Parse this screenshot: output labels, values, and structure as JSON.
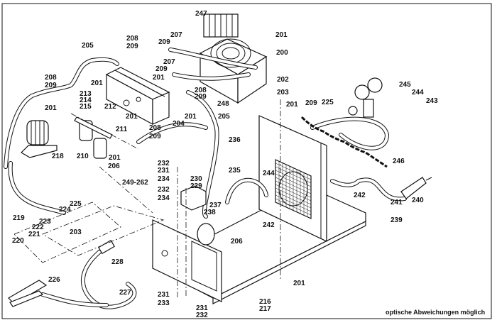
{
  "labels": [
    "247",
    "208",
    "209",
    "205",
    "209",
    "207",
    "207",
    "209",
    "201",
    "201",
    "208",
    "209",
    "213",
    "214",
    "215",
    "212",
    "201",
    "201",
    "201",
    "204",
    "205",
    "208",
    "209",
    "248",
    "211",
    "208",
    "209",
    "218",
    "210",
    "201",
    "236",
    "201",
    "200",
    "202",
    "203",
    "201",
    "209",
    "225",
    "245",
    "244",
    "243",
    "246",
    "232",
    "231",
    "234",
    "230",
    "229",
    "232",
    "234",
    "237",
    "238",
    "235",
    "244",
    "242",
    "206",
    "206",
    "249-262",
    "225",
    "224",
    "203",
    "223",
    "222",
    "221",
    "219",
    "220",
    "228",
    "226",
    "227",
    "231",
    "233",
    "231",
    "232",
    "242",
    "241",
    "240",
    "239",
    "201",
    "216",
    "217"
  ],
  "caption": "optische Abweichungen möglich"
}
